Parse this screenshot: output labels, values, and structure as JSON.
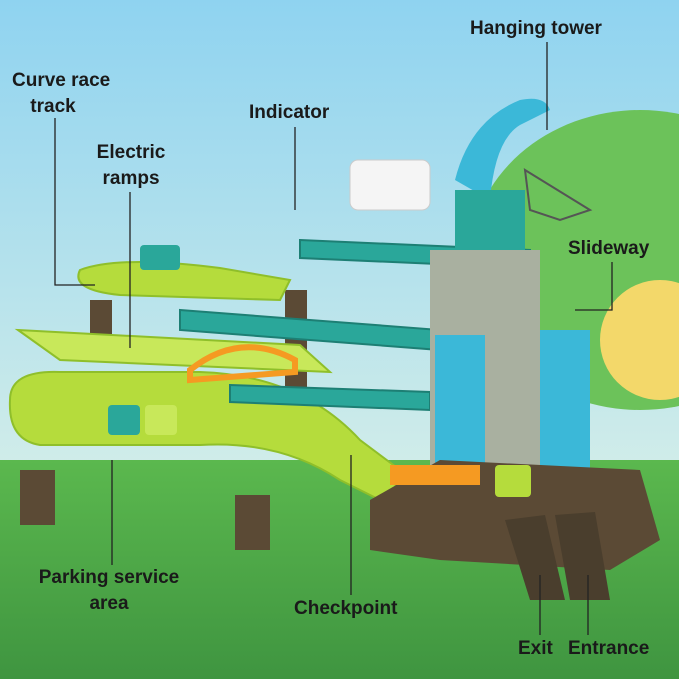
{
  "labels": {
    "hanging_tower": "Hanging tower",
    "curve_race_track_1": "Curve race",
    "curve_race_track_2": "track",
    "indicator": "Indicator",
    "electric_ramps_1": "Electric",
    "electric_ramps_2": "ramps",
    "slideway": "Slideway",
    "parking_1": "Parking service",
    "parking_2": "area",
    "checkpoint": "Checkpoint",
    "exit": "Exit",
    "entrance": "Entrance"
  },
  "colors": {
    "sky_top": "#8fd3f0",
    "sky_bottom": "#eaf6e8",
    "grass": "#4aa34a",
    "track_green": "#b5dc3c",
    "track_teal": "#2aa79a",
    "tower_blue": "#3bb8d8",
    "base_brown": "#5b4a35",
    "orange": "#f59a22"
  }
}
